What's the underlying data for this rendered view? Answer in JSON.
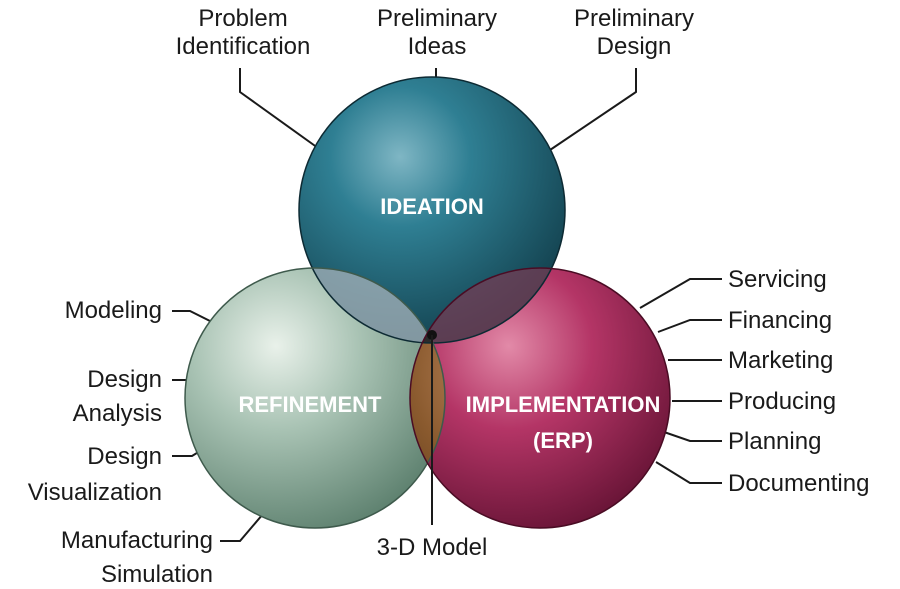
{
  "circles": {
    "ideation": {
      "label": "IDEATION",
      "color": "#1f6a7e"
    },
    "refinement": {
      "label": "REFINEMENT",
      "color": "#8fae9e"
    },
    "implementation": {
      "label_line1": "IMPLEMENTATION",
      "label_line2": "(ERP)",
      "color": "#9a2550"
    }
  },
  "center": {
    "label": "3-D Model",
    "color": "#8a5a2e"
  },
  "ideation_labels": {
    "problem_identification": [
      "Problem",
      "Identification"
    ],
    "preliminary_ideas": [
      "Preliminary",
      "Ideas"
    ],
    "preliminary_design": [
      "Preliminary",
      "Design"
    ]
  },
  "refinement_labels": {
    "modeling": "Modeling",
    "design_analysis": [
      "Design",
      "Analysis"
    ],
    "design_visualization": [
      "Design",
      "Visualization"
    ],
    "manufacturing_simulation": [
      "Manufacturing",
      "Simulation"
    ]
  },
  "implementation_labels": [
    "Servicing",
    "Financing",
    "Marketing",
    "Producing",
    "Planning",
    "Documenting"
  ]
}
